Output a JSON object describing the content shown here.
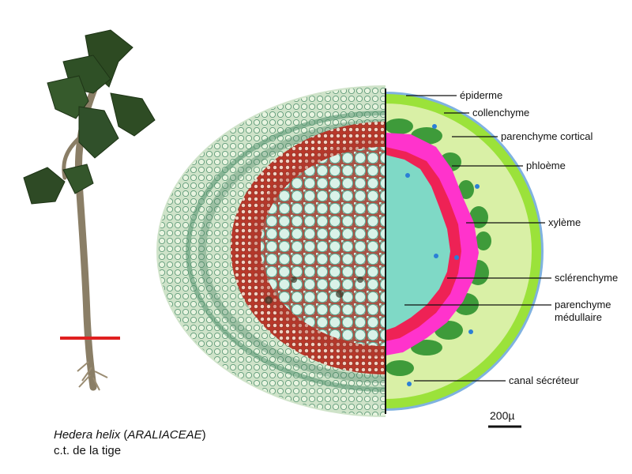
{
  "caption": {
    "species": "Hedera helix",
    "family": "ARALIACEAE",
    "subtitle": "c.t. de la tige"
  },
  "labels": {
    "epiderme": "épiderme",
    "collenchyme": "collenchyme",
    "parenchyme_cortical": "parenchyme cortical",
    "phloeme": "phloème",
    "xyleme": "xylème",
    "sclerenchyme": "sclérenchyme",
    "parenchyme_medullaire_1": "parenchyme",
    "parenchyme_medullaire_2": "médullaire",
    "canal_secreteur": "canal sécréteur"
  },
  "scale_bar": {
    "label": "200µ"
  },
  "colors": {
    "epiderme": "#7fb2e0",
    "collenchyme": "#9be23a",
    "parenchyme_cortical": "#d9f0a6",
    "phloeme": "#3e9b3a",
    "xyleme": "#ff33cc",
    "sclerenchyme": "#ee2255",
    "parenchyme_medullaire": "#7fd9c6",
    "canal_secreteur": "#2b7fd6",
    "cut_marker": "#e02020"
  }
}
